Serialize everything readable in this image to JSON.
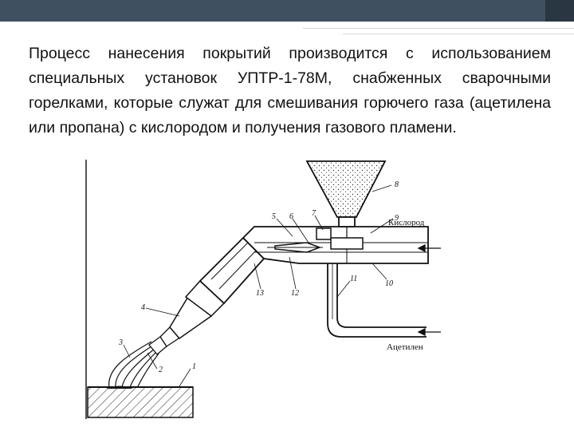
{
  "slide": {
    "paragraph": "Процесс нанесения покрытий производится с использованием специальных установок УПТР-1-78М, снабженных сварочными горелками, которые служат для смешивания горючего газа (ацетилена или пропана) с кислородом и получения газового пламени."
  },
  "figure": {
    "labels": {
      "n1": "1",
      "n2": "2",
      "n3": "3",
      "n4": "4",
      "n5": "5",
      "n6": "6",
      "n7": "7",
      "n8": "8",
      "n9": "9",
      "n10": "10",
      "n11": "11",
      "n12": "12",
      "n13": "13"
    },
    "oxygen_label": "Кислород",
    "acetylene_label": "Ацетилен"
  }
}
